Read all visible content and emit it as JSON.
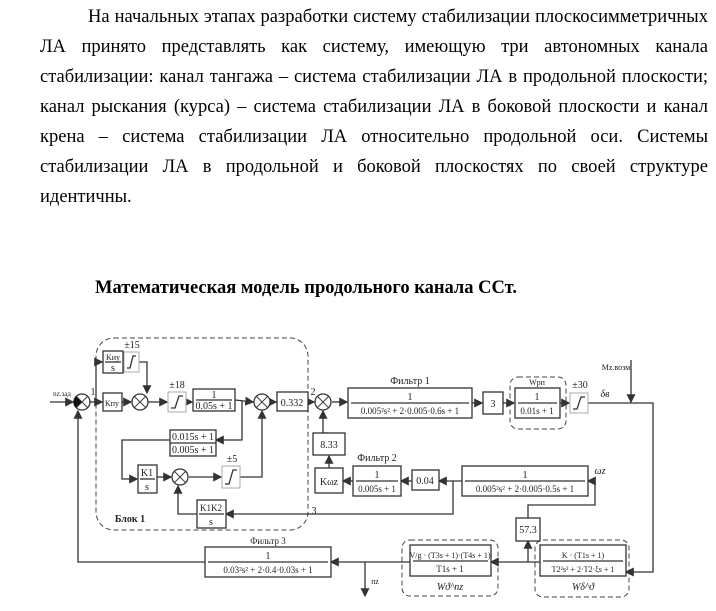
{
  "paragraph": "На начальных этапах разработки систему стабилизации плоскосимметричных ЛА принято представлять как систему, имеющую три автономных канала стабилизации: канал тангажа – система стабилизации ЛА в продольной плоскости; канал рыскания (курса) – система стабилизации ЛА в боковой плоскости и канал крена – система стабилизации ЛА относительно продольной оси. Системы стабилизации ЛА в продольной и боковой плоскостях по своей структуре идентичны.",
  "heading": "Математическая модель продольного канала ССт.",
  "diagram": {
    "input_label": "nz.зад",
    "node_1": "1",
    "node_2": "2",
    "node_3": "3",
    "k_iu_num": "Kиу",
    "k_iu_den": "s",
    "sat_15": "±15",
    "sat_18": "±18",
    "sat_5": "±5",
    "sat_30": "±30",
    "k_pu": "Kпу",
    "lag_num": "1",
    "lag_den": "0.05s + 1",
    "gain_0332": "0.332",
    "lead_num": "0.015s + 1",
    "lead_den": "0.005s + 1",
    "k1_num": "K1",
    "k1_den": "s",
    "k1k2_num": "K1K2",
    "k1k2_den": "s",
    "block1_label": "Блок 1",
    "filter1_label": "Фильтр 1",
    "filter1_num": "1",
    "filter1_den": "0.005²s² + 2·0.005·0.6s + 1",
    "gain_3": "3",
    "wrp_label": "Wрп",
    "wrp_num": "1",
    "wrp_den": "0.01s + 1",
    "delta_label": "δв",
    "mz_label": "Mz.возм",
    "gain_833": "8.33",
    "k_omega": "Kωz",
    "filter2_label": "Фильтр 2",
    "filter2_num": "1",
    "filter2_den": "0.005s + 1",
    "gain_004": "0.04",
    "filterw_num": "1",
    "filterw_den": "0.005²s² + 2·0.005·0.5s + 1",
    "omega_label": "ωz",
    "gain_573": "57.3",
    "filter3_label": "Фильтр 3",
    "filter3_num": "1",
    "filter3_den": "0.03²s² + 2·0.4·0.03s + 1",
    "wn_num": "V/g · (T3s + 1)·(T4s + 1)",
    "wn_den": "T1s + 1",
    "wn_label": "Wϑ^nz",
    "wd_num": "K · (T1s + 1)",
    "wd_den": "T2²s² + 2·T2·ξs + 1",
    "wd_label": "Wδ^ϑ",
    "nz_out": "nz"
  }
}
